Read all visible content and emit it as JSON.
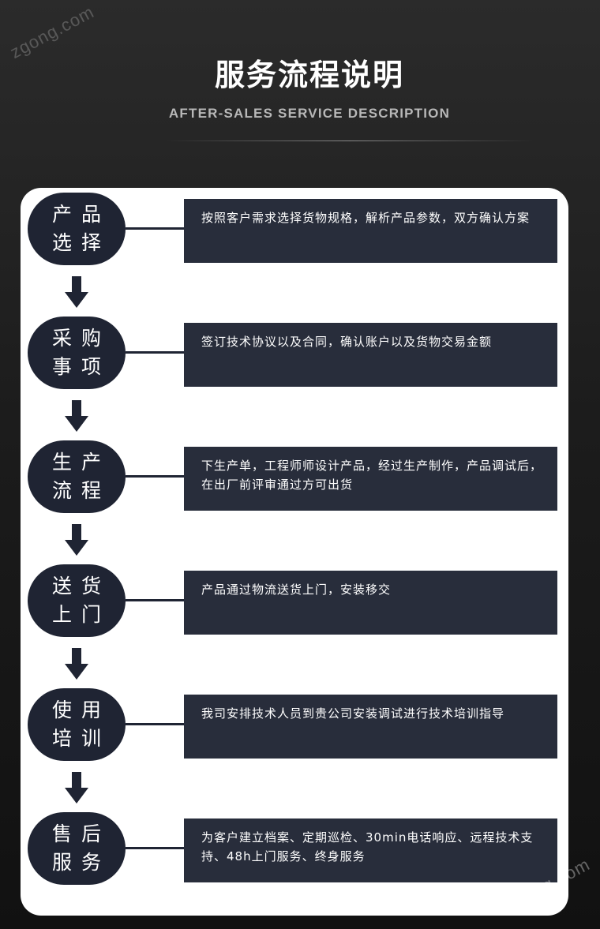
{
  "watermark": "zgong.com",
  "header": {
    "title": "服务流程说明",
    "subtitle": "AFTER-SALES SERVICE DESCRIPTION"
  },
  "steps": [
    {
      "line1": "产品",
      "line2": "选择",
      "description": "按照客户需求选择货物规格，解析产品参数，双方确认方案"
    },
    {
      "line1": "采购",
      "line2": "事项",
      "description": "签订技术协议以及合同，确认账户以及货物交易金额"
    },
    {
      "line1": "生产",
      "line2": "流程",
      "description": "下生产单，工程师师设计产品，经过生产制作，产品调试后，在出厂前评审通过方可出货"
    },
    {
      "line1": "送货",
      "line2": "上门",
      "description": "产品通过物流送货上门，安装移交"
    },
    {
      "line1": "使用",
      "line2": "培训",
      "description": "我司安排技术人员到贵公司安装调试进行技术培训指导"
    },
    {
      "line1": "售后",
      "line2": "服务",
      "description": "为客户建立档案、定期巡检、30min电话响应、远程技术支持、48h上门服务、终身服务"
    }
  ],
  "icons": {
    "arrow": "down-arrow-icon"
  },
  "colors": {
    "dark_navy": "#1f2433",
    "panel": "#ffffff",
    "box": "#282d3b"
  }
}
